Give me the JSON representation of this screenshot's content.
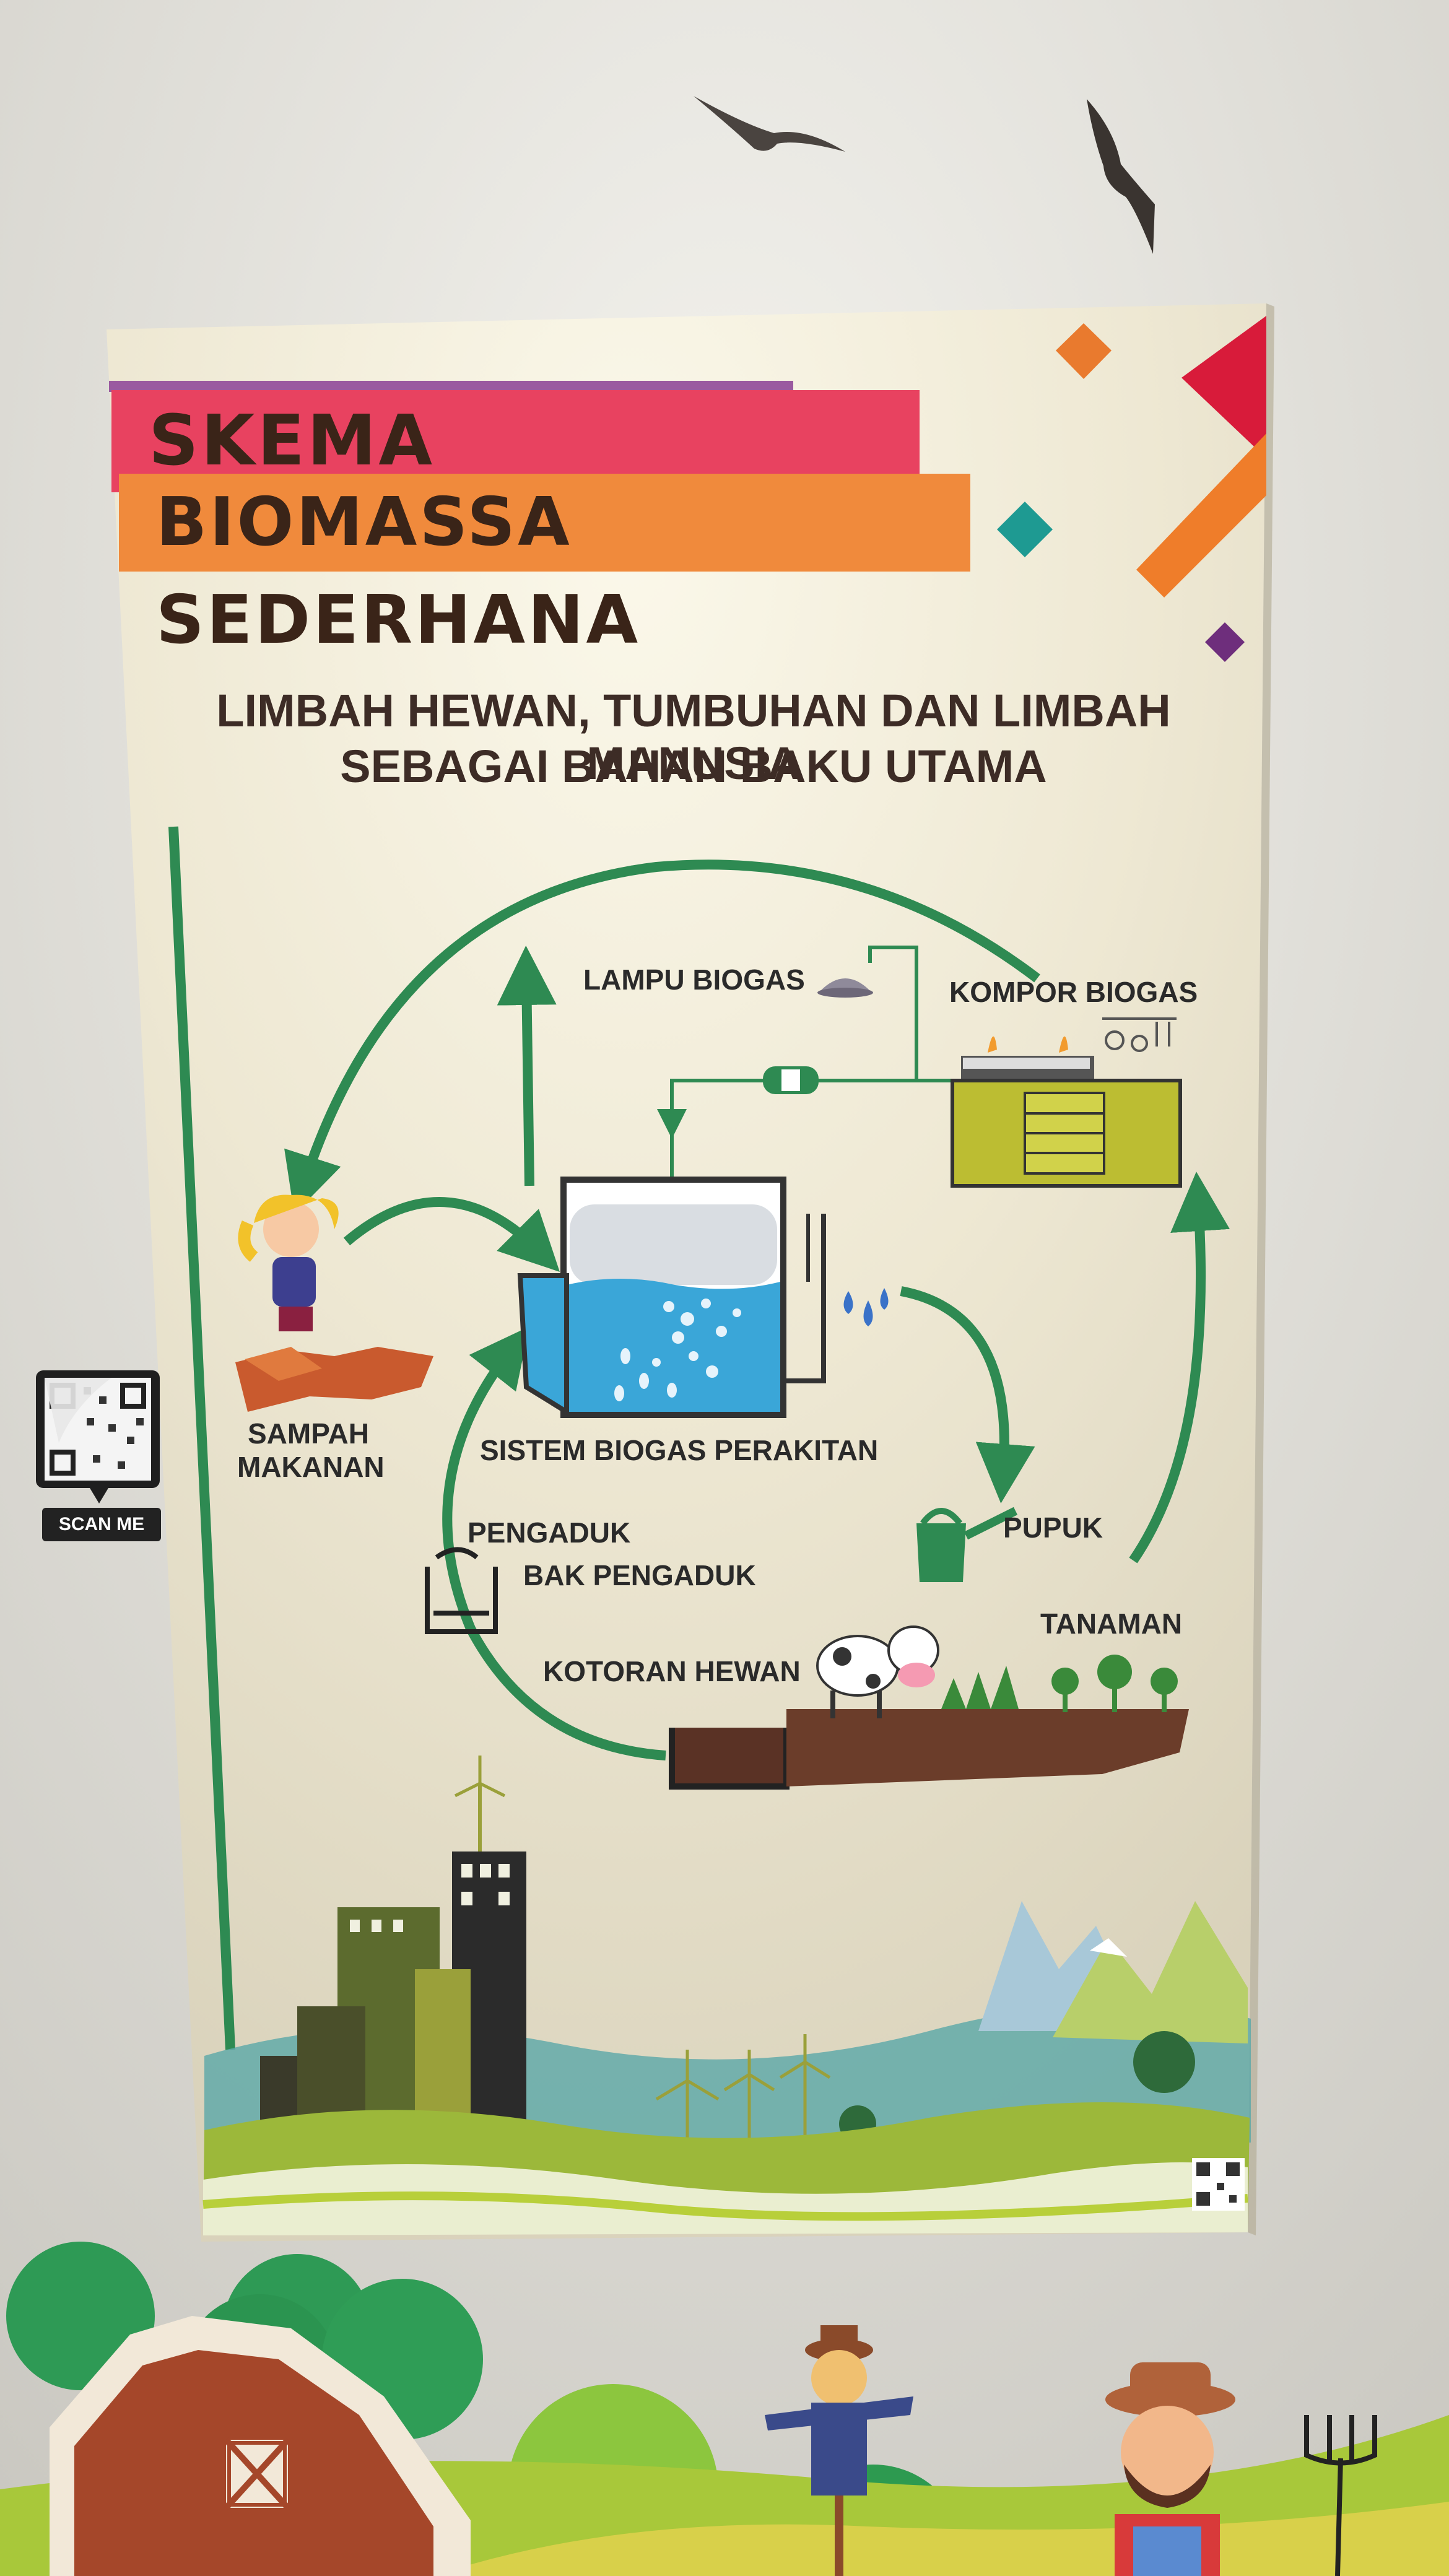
{
  "poster": {
    "title_line1": "SKEMA PENGOLAHAN",
    "title_line2": "BIOMASSA SEDERHANA",
    "subtitle_line1": "LIMBAH HEWAN, TUMBUHAN DAN LIMBAH MANUSIA",
    "subtitle_line2": "SEBAGAI BAHAN BAKU UTAMA"
  },
  "labels": {
    "lampu_biogas": "LAMPU BIOGAS",
    "kompor_biogas": "KOMPOR BIOGAS",
    "sampah": "SAMPAH",
    "makanan": "MAKANAN",
    "sistem_biogas": "SISTEM BIOGAS PERAKITAN",
    "pengaduk": "PENGADUK",
    "bak_pengaduk": "BAK PENGADUK",
    "pupuk": "PUPUK",
    "tanaman": "TANAMAN",
    "kotoran_hewan": "KOTORAN HEWAN"
  },
  "qr": {
    "scan_label": "SCAN ME"
  },
  "colors": {
    "arrow_green": "#2e8a52",
    "title_pink": "#e84260",
    "title_orange": "#f08a3c",
    "poster_bg": "#f1ecd9",
    "water_blue": "#3aa6d8"
  }
}
